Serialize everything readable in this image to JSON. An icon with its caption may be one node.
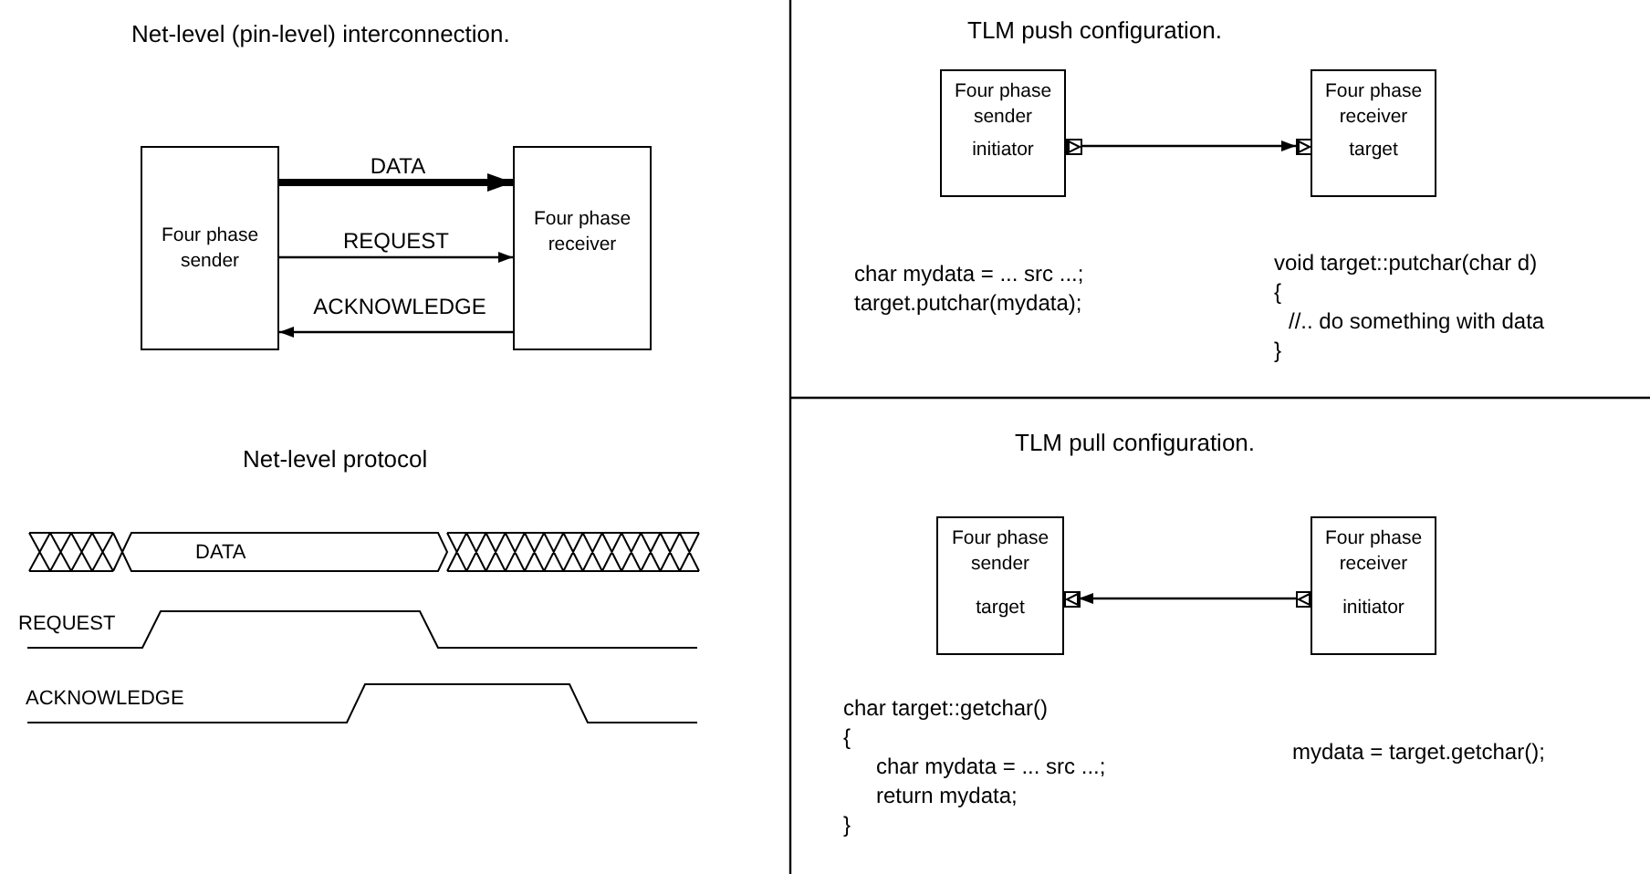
{
  "diagram": {
    "nodes": [
      {
        "text": [
          "Four phase sender"
        ]
      },
      {
        "text": [
          "Four phase receiver"
        ]
      },
      {
        "text": [
          "Four phase sender",
          "initiator"
        ]
      },
      {
        "text": [
          "Four phase receiver",
          "target"
        ]
      },
      {
        "text": [
          "Four phase sender",
          "target"
        ]
      },
      {
        "text": [
          "Four phase receiver",
          "initiator"
        ]
      }
    ],
    "edges": [
      {
        "from": 0,
        "to": 1,
        "arrow": "to",
        "label": "DATA",
        "style": "thick"
      },
      {
        "from": 0,
        "to": 1,
        "arrow": "to",
        "label": "REQUEST"
      },
      {
        "from": 1,
        "to": 0,
        "arrow": "to",
        "label": "ACKNOWLEDGE"
      },
      {
        "from": 2,
        "to": 3,
        "arrow": "to"
      },
      {
        "from": 5,
        "to": 4,
        "arrow": "to"
      }
    ],
    "labels": [
      "Net-level (pin-level) interconnection.",
      "Net-level protocol",
      "DATA",
      "REQUEST",
      "ACKNOWLEDGE",
      "TLM push configuration.",
      "char mydata = ... src ...;",
      "target.putchar(mydata);",
      "void target::putchar(char d)",
      "{",
      "//.. do something with data",
      "}",
      "TLM pull configuration.",
      "char target::getchar()",
      "{",
      "char mydata = ... src ...;",
      "return mydata;",
      "}",
      "mydata = target.getchar();"
    ]
  }
}
